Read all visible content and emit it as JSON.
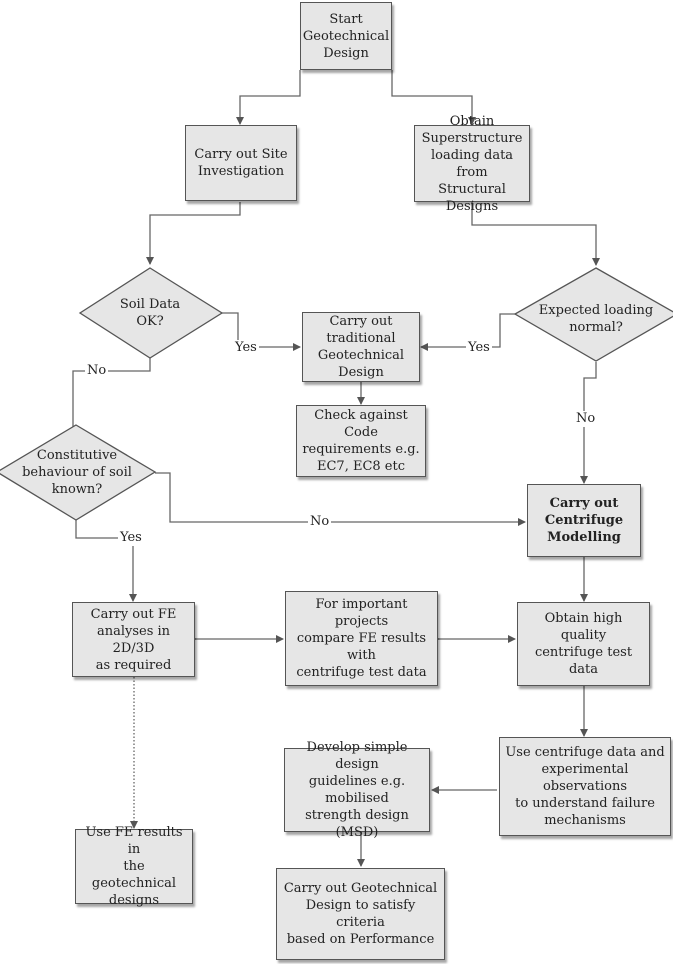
{
  "nodes": {
    "start": "Start\nGeotechnical\nDesign",
    "site_investigation": "Carry out Site\nInvestigation",
    "superstructure": "Obtain\nSuperstructure\nloading data from\nStructural Designs",
    "soil_data_ok": "Soil Data\nOK?",
    "traditional_design": "Carry out\ntraditional\nGeotechnical\nDesign",
    "expected_loading": "Expected loading\nnormal?",
    "check_code": "Check against Code\nrequirements e.g.\nEC7, EC8 etc",
    "constitutive": "Constitutive\nbehaviour of soil\nknown?",
    "centrifuge_modelling": "Carry out\nCentrifuge\nModelling",
    "fe_analyses": "Carry out FE\nanalyses in 2D/3D\nas required",
    "compare_fe": "For important projects\ncompare FE results with\ncentrifuge test data",
    "obtain_data": "Obtain high quality\ncentrifuge test data",
    "use_centrifuge": "Use centrifuge data and\nexperimental observations\nto understand failure\nmechanisms",
    "guidelines": "Develop simple design\nguidelines e.g. mobilised\nstrength design (MSD)",
    "use_fe": "Use FE results in\nthe geotechnical\ndesigns",
    "performance": "Carry out Geotechnical\nDesign to satisfy criteria\nbased on Performance"
  },
  "labels": {
    "yes_soil": "Yes",
    "no_soil": "No",
    "yes_loading": "Yes",
    "no_loading": "No",
    "no_constitutive": "No",
    "yes_constitutive": "Yes"
  }
}
